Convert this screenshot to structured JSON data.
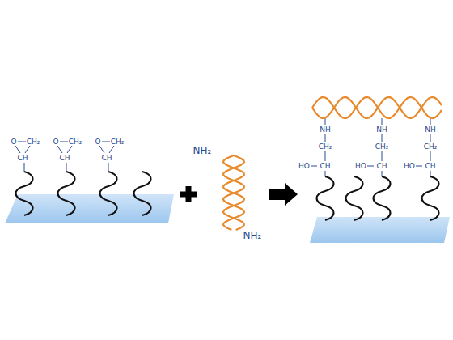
{
  "diagram": {
    "labels": [
      "O",
      "CH₂",
      "CH",
      "O",
      "CH₂",
      "CH",
      "O",
      "CH₂",
      "CH",
      "NH₂",
      "NH₂",
      "NH",
      "CH₂",
      "HO",
      "CH",
      "NH",
      "CH₂",
      "HO",
      "CH",
      "NH",
      "CH₂",
      "HO",
      "CH"
    ]
  }
}
